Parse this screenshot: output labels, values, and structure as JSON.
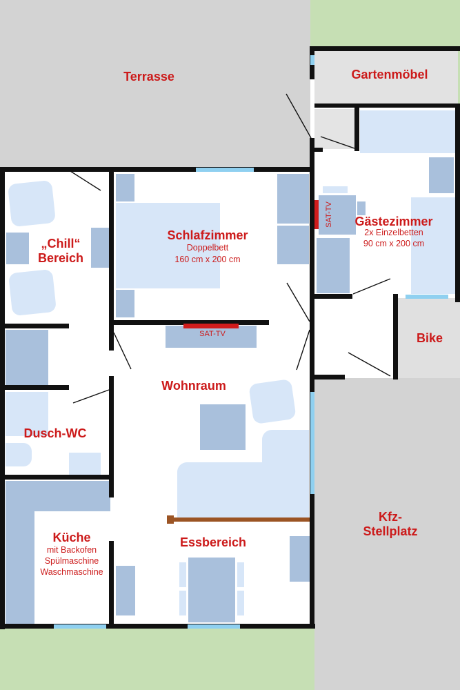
{
  "plan": {
    "colors": {
      "terrace": "#d3d3d3",
      "garden": "#c6dfb4",
      "wall": "#111111",
      "window": "#8fd0f0",
      "furniture_dark": "#a9c0dc",
      "furniture_light": "#d7e6f8",
      "label": "#cc1a1a",
      "tv": "#d01c1c",
      "railing": "#9b5424"
    },
    "rooms": {
      "terrasse": {
        "title": "Terrasse"
      },
      "gartenmoebel": {
        "title": "Gartenmöbel"
      },
      "chill": {
        "title_line1": "„Chill“",
        "title_line2": "Bereich"
      },
      "schlafzimmer": {
        "title": "Schlafzimmer",
        "detail1": "Doppelbett",
        "detail2": "160 cm x 200 cm"
      },
      "gaestezimmer": {
        "title": "Gästezimmer",
        "detail1": "2x Einzelbetten",
        "detail2": "90 cm x 200 cm"
      },
      "bike": {
        "title": "Bike"
      },
      "wohnraum": {
        "title": "Wohnraum"
      },
      "dusch_wc": {
        "title": "Dusch-WC"
      },
      "kueche": {
        "title": "Küche",
        "detail1": "mit Backofen",
        "detail2": "Spülmaschine",
        "detail3": "Waschmaschine"
      },
      "essbereich": {
        "title": "Essbereich"
      },
      "kfz": {
        "title_line1": "Kfz-",
        "title_line2": "Stellplatz"
      }
    },
    "tv_living": "SAT-TV",
    "tv_guest": "SAT-TV"
  }
}
